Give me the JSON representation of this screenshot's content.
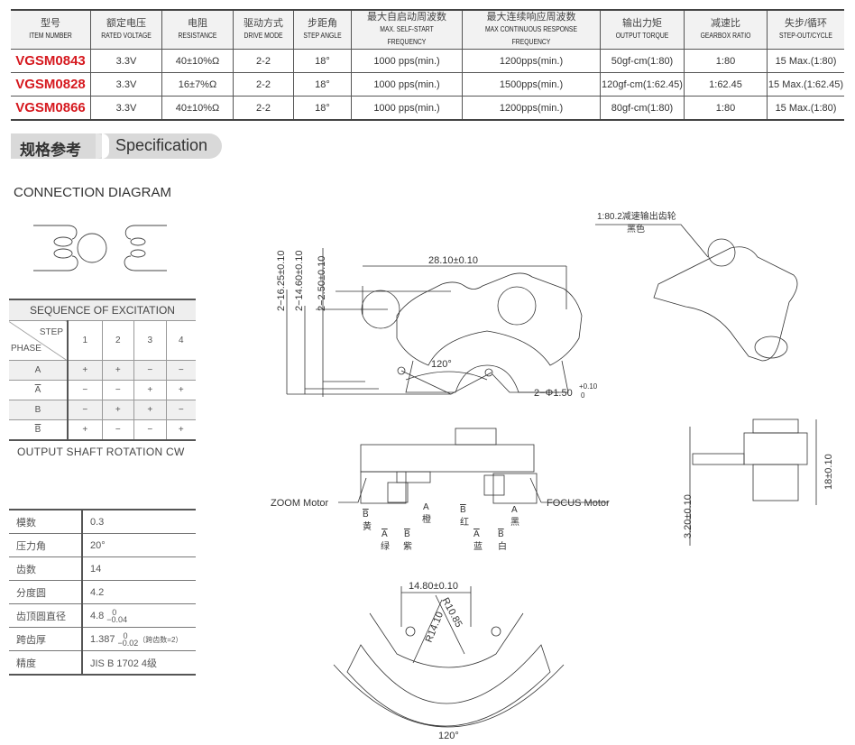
{
  "spec_table": {
    "headers": [
      {
        "cn": "型号",
        "en": "ITEM NUMBER"
      },
      {
        "cn": "额定电压",
        "en": "RATED VOLTAGE"
      },
      {
        "cn": "电阻",
        "en": "RESISTANCE"
      },
      {
        "cn": "驱动方式",
        "en": "DRIVE MODE"
      },
      {
        "cn": "步距角",
        "en": "STEP ANGLE"
      },
      {
        "cn": "最大自启动周波数",
        "en": "MAX. SELF-START FREQUENCY"
      },
      {
        "cn": "最大连续响应周波数",
        "en": "MAX CONTINUOUS RESPONSE FREQUENCY"
      },
      {
        "cn": "输出力矩",
        "en": "OUTPUT TORQUE"
      },
      {
        "cn": "减速比",
        "en": "GEARBOX RATIO"
      },
      {
        "cn": "失步/循环",
        "en": "STEP-OUT/CYCLE"
      }
    ],
    "rows": [
      [
        "VGSM0843",
        "3.3V",
        "40±10%Ω",
        "2-2",
        "18°",
        "1000 pps(min.)",
        "1200pps(min.)",
        "50gf-cm(1:80)",
        "1:80",
        "15 Max.(1:80)"
      ],
      [
        "VGSM0828",
        "3.3V",
        "16±7%Ω",
        "2-2",
        "18°",
        "1000 pps(min.)",
        "1500pps(min.)",
        "120gf-cm(1:62.45)",
        "1:62.45",
        "15 Max.(1:62.45)"
      ],
      [
        "VGSM0866",
        "3.3V",
        "40±10%Ω",
        "2-2",
        "18°",
        "1000 pps(min.)",
        "1200pps(min.)",
        "80gf-cm(1:80)",
        "1:80",
        "15 Max.(1:80)"
      ]
    ],
    "model_color": "#d6191f"
  },
  "section": {
    "cn": "规格参考",
    "en": "Specification"
  },
  "connection_title": "CONNECTION DIAGRAM",
  "sequence": {
    "title": "SEQUENCE OF EXCITATION",
    "step_label": "STEP",
    "phase_label": "PHASE",
    "steps": [
      "1",
      "2",
      "3",
      "4"
    ],
    "rows": [
      {
        "phase": "A",
        "vals": [
          "+",
          "+",
          "−",
          "−"
        ]
      },
      {
        "phase": "A",
        "vals": [
          "−",
          "−",
          "+",
          "+"
        ]
      },
      {
        "phase": "B",
        "vals": [
          "−",
          "+",
          "+",
          "−"
        ]
      },
      {
        "phase": "B",
        "vals": [
          "+",
          "−",
          "−",
          "+"
        ]
      }
    ],
    "note": "OUTPUT SHAFT ROTATION CW"
  },
  "gear": {
    "rows": [
      {
        "k": "模数",
        "v": "0.3"
      },
      {
        "k": "压力角",
        "v": "20°"
      },
      {
        "k": "齿数",
        "v": "14"
      },
      {
        "k": "分度圆",
        "v": "4.2"
      },
      {
        "k": "齿顶圆直径",
        "v": "4.8",
        "tol_up": "0",
        "tol_low": "−0.04"
      },
      {
        "k": "跨齿厚",
        "v": "1.387",
        "tol_up": "0",
        "tol_low": "−0.02",
        "note": "（跨齿数=2）"
      },
      {
        "k": "精度",
        "v": "JIS B 1702 4级"
      }
    ]
  },
  "drawing_top": {
    "width_dim": "28.10±0.10",
    "dim1": "2−16.25±0.10",
    "dim2": "2−14.60±0.10",
    "dim3": "2−2.50±0.10",
    "angle": "120°",
    "hole": "2−Φ1.50",
    "hole_tol_up": "+0.10",
    "hole_tol_low": "0"
  },
  "drawing_iso": {
    "label1": "1:80.2减速输出齿轮",
    "label2": "黑色"
  },
  "drawing_front": {
    "zoom_motor": "ZOOM Motor",
    "focus_motor": "FOCUS Motor",
    "zoom_pins": [
      {
        "sig": "B",
        "color": "黄"
      },
      {
        "sig": "A",
        "color": "绿"
      },
      {
        "sig": "B",
        "color": "紫"
      },
      {
        "sig": "A",
        "color": "橙"
      }
    ],
    "focus_pins": [
      {
        "sig": "B",
        "color": "红"
      },
      {
        "sig": "A",
        "color": "蓝"
      },
      {
        "sig": "B",
        "color": "白"
      },
      {
        "sig": "A",
        "color": "黑"
      }
    ]
  },
  "drawing_side": {
    "height_dim": "18±0.10",
    "offset_dim": "3.20±0.10"
  },
  "drawing_bottom": {
    "width_dim": "14.80±0.10",
    "r1": "R14.10",
    "r2": "R10.85",
    "angle": "120°"
  }
}
